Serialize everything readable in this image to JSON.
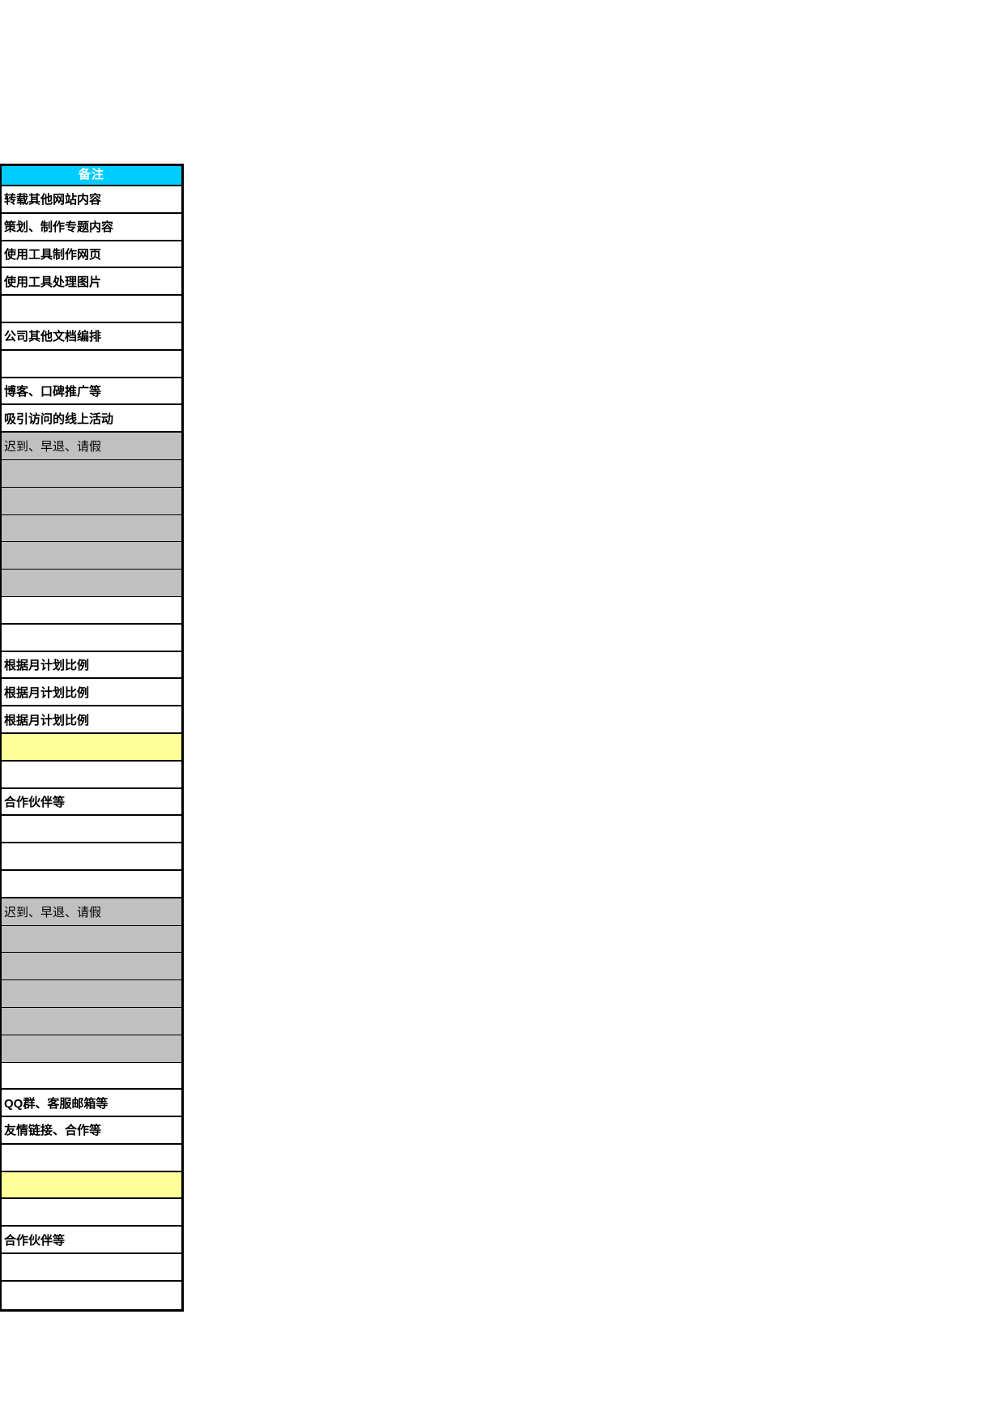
{
  "sheet": {
    "column_header": "备注",
    "rows": [
      {
        "text": "转载其他网站内容",
        "style": "white"
      },
      {
        "text": "策划、制作专题内容",
        "style": "white"
      },
      {
        "text": "使用工具制作网页",
        "style": "white"
      },
      {
        "text": "使用工具处理图片",
        "style": "white"
      },
      {
        "text": "",
        "style": "white"
      },
      {
        "text": "公司其他文档编排",
        "style": "white"
      },
      {
        "text": "",
        "style": "white"
      },
      {
        "text": "博客、口碑推广等",
        "style": "white"
      },
      {
        "text": "吸引访问的线上活动",
        "style": "white"
      },
      {
        "text": "迟到、早退、请假",
        "style": "gray"
      },
      {
        "text": "",
        "style": "gray"
      },
      {
        "text": "",
        "style": "gray"
      },
      {
        "text": "",
        "style": "gray"
      },
      {
        "text": "",
        "style": "gray"
      },
      {
        "text": "",
        "style": "gray"
      },
      {
        "text": "",
        "style": "white"
      },
      {
        "text": "",
        "style": "white"
      },
      {
        "text": "根据月计划比例",
        "style": "white"
      },
      {
        "text": "根据月计划比例",
        "style": "white"
      },
      {
        "text": "根据月计划比例",
        "style": "white"
      },
      {
        "text": "",
        "style": "yellow"
      },
      {
        "text": "",
        "style": "white"
      },
      {
        "text": "合作伙伴等",
        "style": "white"
      },
      {
        "text": "",
        "style": "white"
      },
      {
        "text": "",
        "style": "white"
      },
      {
        "text": "",
        "style": "white"
      },
      {
        "text": "迟到、早退、请假",
        "style": "gray"
      },
      {
        "text": "",
        "style": "gray"
      },
      {
        "text": "",
        "style": "gray"
      },
      {
        "text": "",
        "style": "gray"
      },
      {
        "text": "",
        "style": "gray"
      },
      {
        "text": "",
        "style": "gray"
      },
      {
        "text": "",
        "style": "white"
      },
      {
        "text": "QQ群、客服邮箱等",
        "style": "white"
      },
      {
        "text": "友情链接、合作等",
        "style": "white"
      },
      {
        "text": "",
        "style": "white"
      },
      {
        "text": "",
        "style": "yellow"
      },
      {
        "text": "",
        "style": "white"
      },
      {
        "text": "合作伙伴等",
        "style": "white"
      },
      {
        "text": "",
        "style": "white"
      },
      {
        "text": "",
        "style": "white"
      }
    ]
  },
  "colors": {
    "header_bg": "#00CCFF",
    "header_text": "#FFFFFF",
    "gray_row_bg": "#C0C0C0",
    "yellow_row_bg": "#FFFF99",
    "border": "#000000"
  }
}
